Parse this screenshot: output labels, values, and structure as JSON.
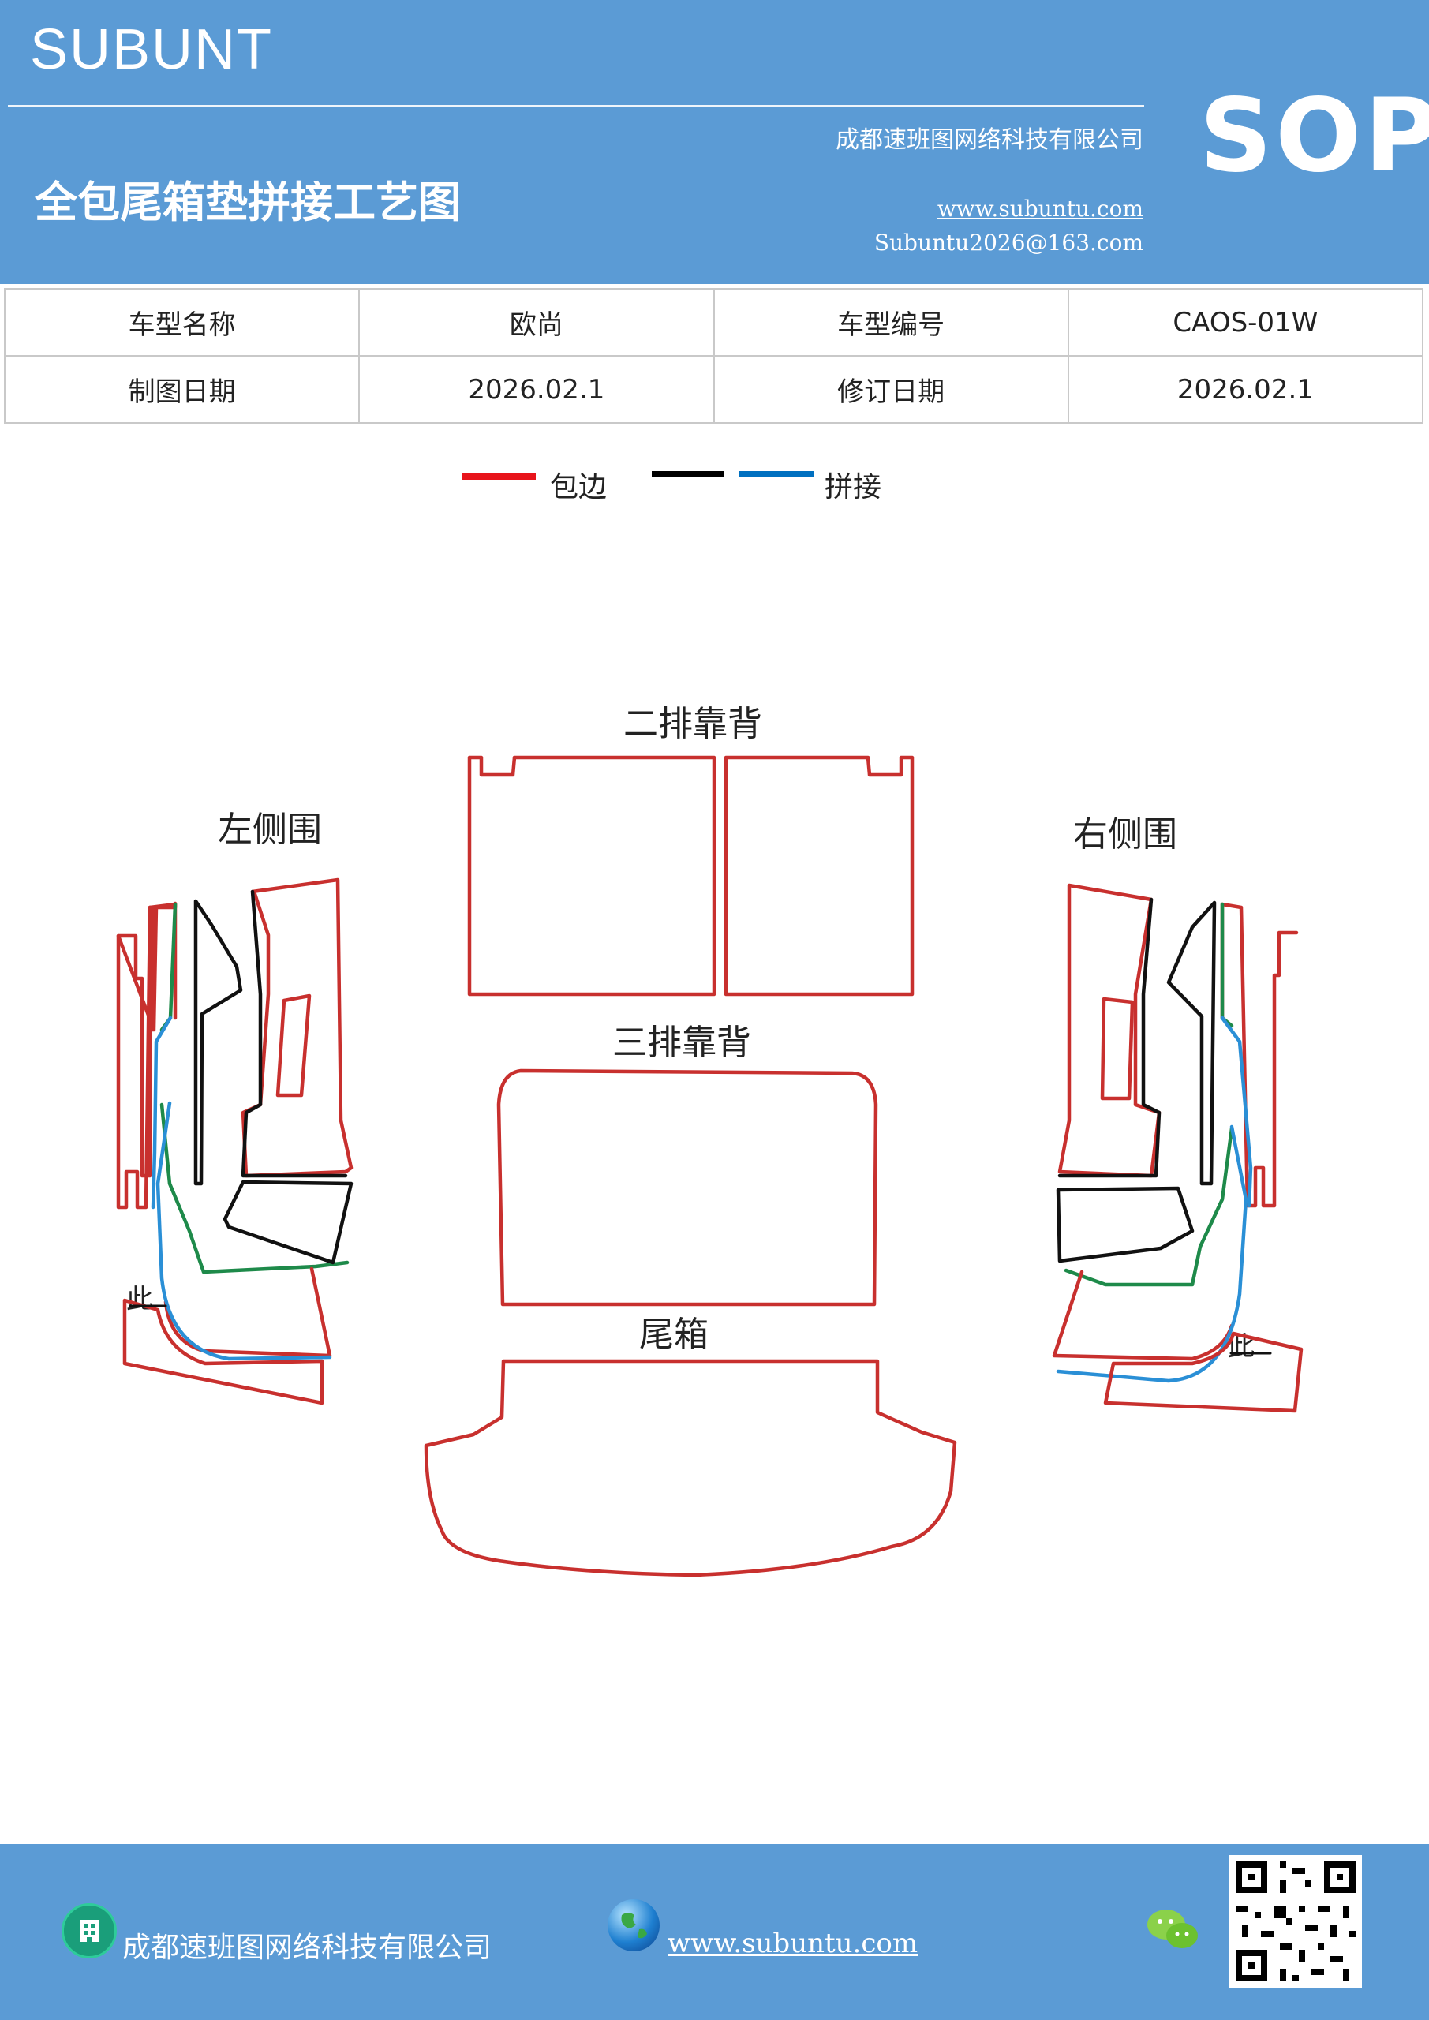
{
  "header": {
    "brand": "SUBUNT",
    "company": "成都速班图网络科技有限公司",
    "badge": "SOP",
    "title": "全包尾箱垫拼接工艺图",
    "website": "www.subuntu.com",
    "email": "Subuntu2026@163.com"
  },
  "info_table": {
    "rows": [
      [
        "车型名称",
        "欧尚",
        "车型编号",
        "CAOS-01W"
      ],
      [
        "制图日期",
        "2026.02.1",
        "修订日期",
        "2026.02.1"
      ]
    ]
  },
  "legend": {
    "items": [
      {
        "label": "包边",
        "color": "#e8141b"
      },
      {
        "label": "",
        "color": "#000000"
      },
      {
        "label": "拼接",
        "color": "#0070c0"
      }
    ]
  },
  "diagram": {
    "labels": {
      "second_row_back": "二排靠背",
      "left_side": "左侧围",
      "right_side": "右侧围",
      "third_row_back": "三排靠背",
      "trunk": "尾箱",
      "mark_left": "此",
      "mark_right": "此"
    },
    "colors": {
      "edge": "#c8302e",
      "seam_black": "#111111",
      "seam_green": "#1e8a4a",
      "seam_blue": "#2a8fd6"
    }
  },
  "footer": {
    "company": "成都速班图网络科技有限公司",
    "website": "www.subuntu.com",
    "icons": [
      "building-icon",
      "globe-icon",
      "wechat-icon",
      "qr-code"
    ]
  }
}
